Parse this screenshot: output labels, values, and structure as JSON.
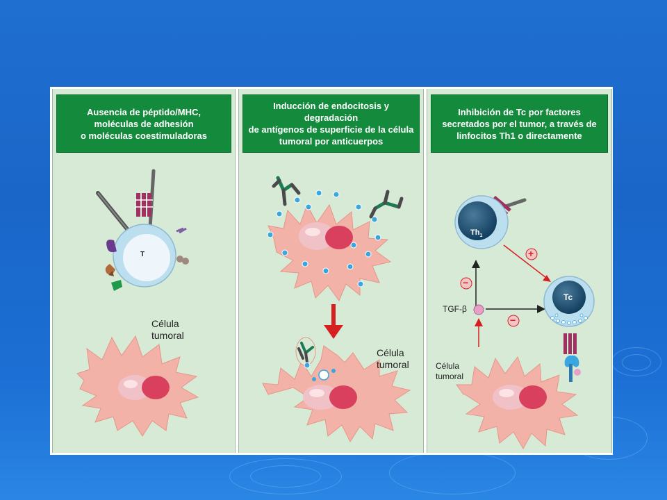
{
  "colors": {
    "slide_background": "#1f6fd0",
    "panel_background": "#d6ead6",
    "header_green": "#138a3c",
    "tumor_cell": "#f3b2a8",
    "nucleus": "#d8405e",
    "arrow_red": "#d62020"
  },
  "panels": [
    {
      "header": "Ausencia de péptido/MHC,\nmoléculas de adhesión\no moléculas coestimuladoras",
      "t_cell_label": "T",
      "tumor_label": "Célula\ntumoral"
    },
    {
      "header": "Inducción de endocitosis y degradación\nde antígenos de superficie de la célula\ntumoral por anticuerpos",
      "tumor_label": "Célula\ntumoral"
    },
    {
      "header": "Inhibición de Tc por factores\nsecretados por el tumor, a través de\nlinfocitos Th1 o directamente",
      "th_label": "Th",
      "th_subscript": "1",
      "tc_label": "Tc",
      "tgf_label": "TGF-β",
      "plus_sign": "+",
      "minus_sign": "−",
      "tumor_label": "Célula\ntumoral"
    }
  ]
}
